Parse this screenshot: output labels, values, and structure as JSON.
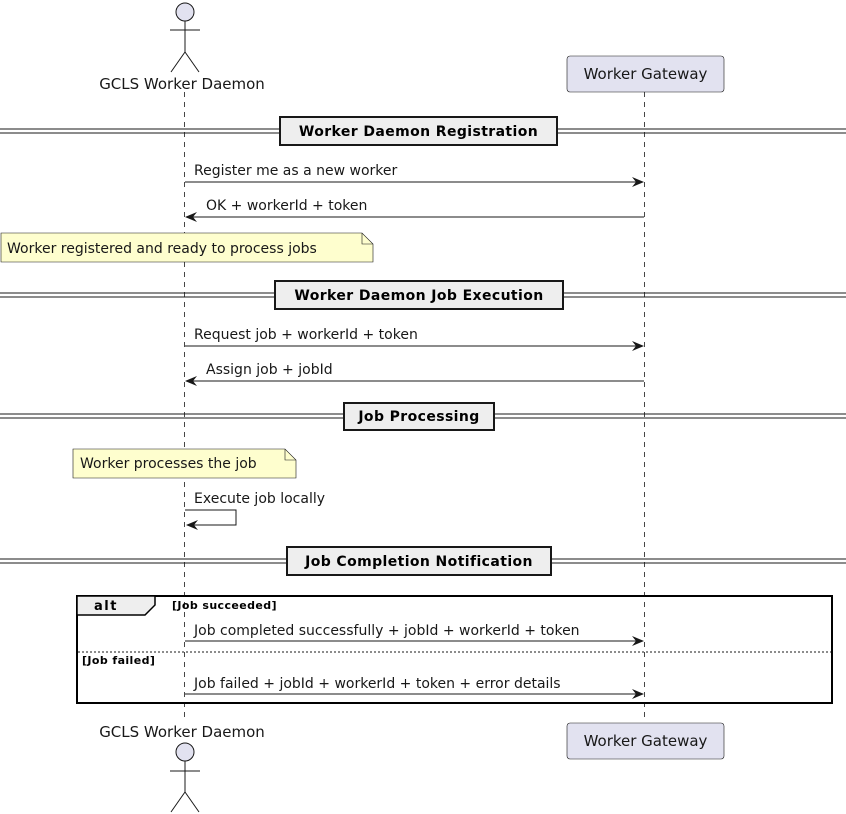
{
  "participants": {
    "daemon": {
      "name": "GCLS Worker Daemon",
      "kind": "actor"
    },
    "gateway": {
      "name": "Worker Gateway",
      "kind": "participant"
    }
  },
  "dividers": {
    "registration": "Worker Daemon Registration",
    "execution": "Worker Daemon Job Execution",
    "processing": "Job Processing",
    "completion": "Job Completion Notification"
  },
  "messages": {
    "register": {
      "from": "daemon",
      "to": "gateway",
      "text": "Register me as a new worker"
    },
    "register_ok": {
      "from": "gateway",
      "to": "daemon",
      "text": "OK + workerId + token"
    },
    "request_job": {
      "from": "daemon",
      "to": "gateway",
      "text": "Request job + workerId + token"
    },
    "assign_job": {
      "from": "gateway",
      "to": "daemon",
      "text": "Assign job + jobId"
    },
    "execute_local": {
      "from": "daemon",
      "to": "daemon",
      "text": "Execute job locally"
    },
    "job_success": {
      "from": "daemon",
      "to": "gateway",
      "text": "Job completed successfully + jobId + workerId + token"
    },
    "job_failed": {
      "from": "daemon",
      "to": "gateway",
      "text": "Job failed + jobId + workerId + token + error details"
    }
  },
  "notes": {
    "registered": "Worker registered and ready to process jobs",
    "processes": "Worker processes the job"
  },
  "alt_fragment": {
    "keyword": "alt",
    "guard_success": "[Job succeeded]",
    "guard_failed": "[Job failed]"
  },
  "colors": {
    "participant_fill": "#e2e2f0",
    "note_fill": "#fefece",
    "line": "#181818",
    "divider_fill": "#eeeeee"
  }
}
